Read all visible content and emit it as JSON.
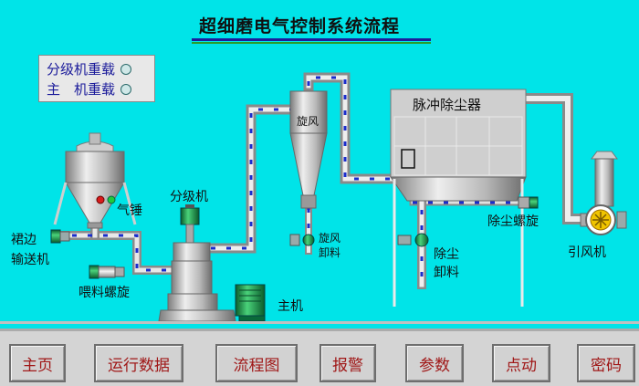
{
  "title": "超细磨电气控制系统流程",
  "status": {
    "items": [
      {
        "label": "分级机重载"
      },
      {
        "label": "主　机重载"
      }
    ]
  },
  "labels": {
    "cyclone": "旋风",
    "dust_collector": "脉冲除尘器",
    "hammer": "气锤",
    "classifier": "分级机",
    "apron": "裙边",
    "conveyor": "输送机",
    "cyclone_discharge_1": "旋风",
    "cyclone_discharge_2": "卸料",
    "dust_discharge_1": "除尘",
    "dust_discharge_2": "卸料",
    "dust_screw": "除尘螺旋",
    "fan": "引风机",
    "feed_screw": "喂料螺旋",
    "main_machine": "主机"
  },
  "nav": [
    {
      "label": "主页"
    },
    {
      "label": "运行数据"
    },
    {
      "label": "流程图"
    },
    {
      "label": "报警"
    },
    {
      "label": "参数"
    },
    {
      "label": "点动"
    },
    {
      "label": "密码"
    }
  ],
  "colors": {
    "background": "#00e4e8",
    "pipe": "#c8c8c8",
    "flow": "#1a2ccc",
    "motor": "#1a9a4a",
    "nav_text": "#a01818"
  }
}
